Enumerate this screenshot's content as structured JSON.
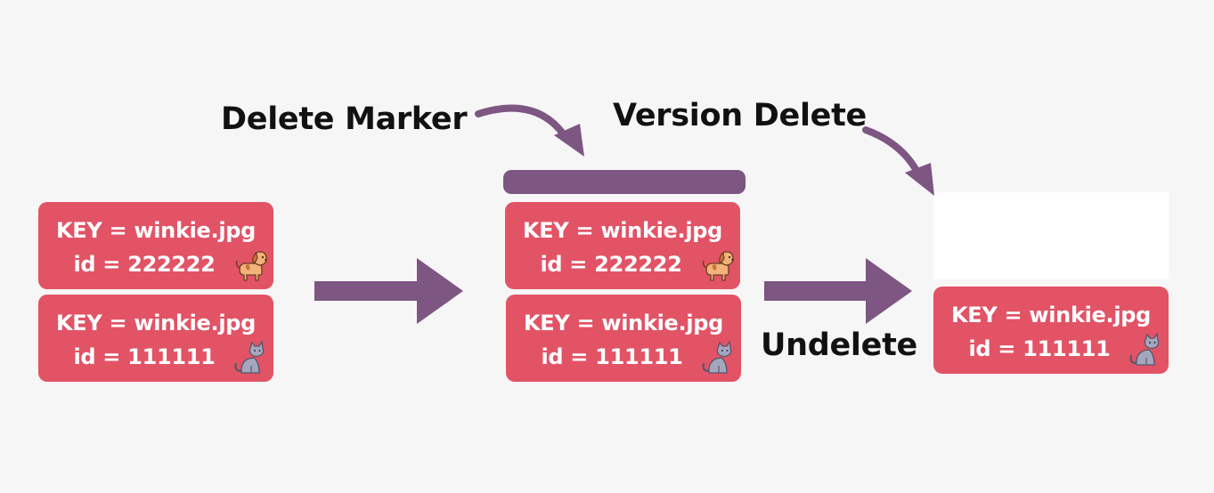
{
  "colors": {
    "card": "#e25366",
    "accent": "#7d5682",
    "background": "#f7f6f7"
  },
  "labels": {
    "delete_marker": "Delete Marker",
    "version_delete": "Version Delete",
    "undelete": "Undelete"
  },
  "stage1": {
    "cards": [
      {
        "key": "KEY = winkie.jpg",
        "id": "id = 222222",
        "icon": "dog-icon"
      },
      {
        "key": "KEY = winkie.jpg",
        "id": "id = 111111",
        "icon": "cat-icon"
      }
    ]
  },
  "stage2": {
    "cards": [
      {
        "key": "KEY = winkie.jpg",
        "id": "id = 222222",
        "icon": "dog-icon"
      },
      {
        "key": "KEY = winkie.jpg",
        "id": "id = 111111",
        "icon": "cat-icon"
      }
    ]
  },
  "stage3": {
    "cards": [
      {
        "key": "KEY = winkie.jpg",
        "id": "id = 111111",
        "icon": "cat-icon"
      }
    ]
  }
}
